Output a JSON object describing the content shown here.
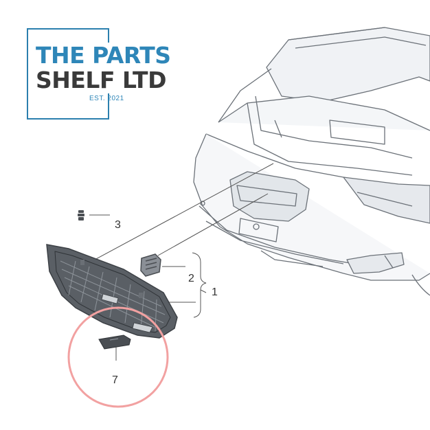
{
  "logo": {
    "line1": "THE PARTS",
    "line2": "SHELF LTD",
    "est": "EST. 2021",
    "brand_blue": "#2e86b8",
    "brand_dark": "#3a3a3a"
  },
  "callouts": [
    {
      "id": "1",
      "label": "1"
    },
    {
      "id": "2",
      "label": "2"
    },
    {
      "id": "3",
      "label": "3"
    },
    {
      "id": "7",
      "label": "7"
    }
  ],
  "highlight": {
    "color": "#f2a1a1",
    "target": "7"
  },
  "colors": {
    "line": "#555555",
    "car_fill": "#eef1f4",
    "grille": "#4a4e53"
  }
}
